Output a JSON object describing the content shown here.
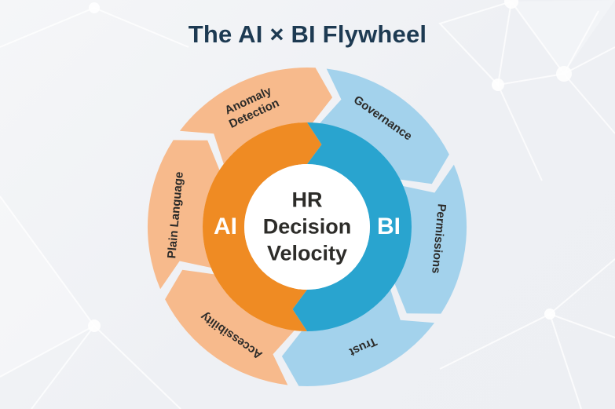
{
  "title": {
    "text": "The AI × BI Flywheel",
    "color": "#1d3a52"
  },
  "flywheel": {
    "flow_direction": "clockwise",
    "center_label": {
      "text": "HR\nDecision\nVelocity",
      "text_color": "#2d2c29",
      "bg_color": "#ffffff"
    },
    "inner_ring": {
      "label_color": "#ffffff",
      "halves": [
        {
          "label": "AI",
          "color": "#ef8b23",
          "start_angle": -90,
          "end_angle": -270,
          "label_angle": 180
        },
        {
          "label": "BI",
          "color": "#29a4cf",
          "start_angle": 90,
          "end_angle": -90,
          "label_angle": 0
        }
      ]
    },
    "outer_ring": {
      "label_color": "#2c2b29",
      "segments": [
        {
          "label": "Anomaly\nDetection",
          "color": "#f7ba8c",
          "start_angle": 145
        },
        {
          "label": "Governance",
          "color": "#a3d2ec",
          "start_angle": 85
        },
        {
          "label": "Permissions",
          "color": "#a3d2ec",
          "start_angle": 25
        },
        {
          "label": "Trust",
          "color": "#a3d2ec",
          "start_angle": -35
        },
        {
          "label": "Accessibility",
          "color": "#f7ba8c",
          "start_angle": -95
        },
        {
          "label": "Plain Language",
          "color": "#f7ba8c",
          "start_angle": -155
        }
      ]
    }
  },
  "theme": {
    "background": "#eef0f4",
    "network_line_color": "#ffffff",
    "ai_color": "#ef8b23",
    "bi_color": "#29a4cf",
    "ai_light_color": "#f7ba8c",
    "bi_light_color": "#a3d2ec"
  }
}
